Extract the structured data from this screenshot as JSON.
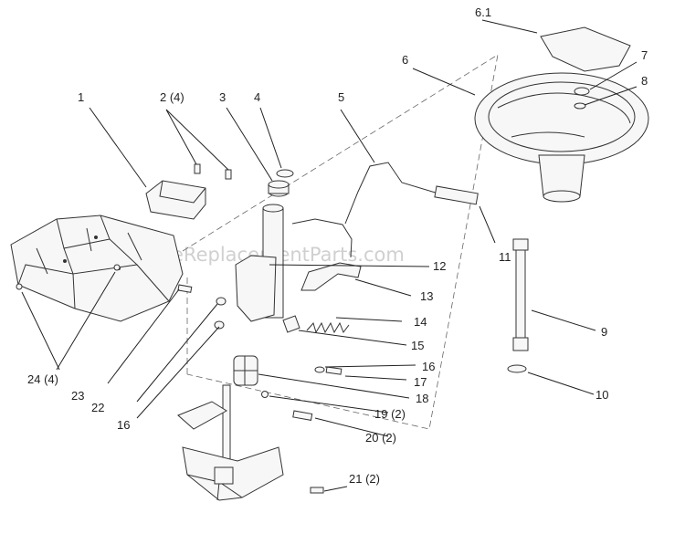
{
  "diagram": {
    "watermark": "eReplacementParts.com",
    "callouts": [
      {
        "id": "c1",
        "text": "1"
      },
      {
        "id": "c2",
        "text": "2 (4)"
      },
      {
        "id": "c3",
        "text": "3"
      },
      {
        "id": "c4",
        "text": "4"
      },
      {
        "id": "c5",
        "text": "5"
      },
      {
        "id": "c6",
        "text": "6"
      },
      {
        "id": "c61",
        "text": "6.1"
      },
      {
        "id": "c7",
        "text": "7"
      },
      {
        "id": "c8",
        "text": "8"
      },
      {
        "id": "c9",
        "text": "9"
      },
      {
        "id": "c10",
        "text": "10"
      },
      {
        "id": "c11",
        "text": "11"
      },
      {
        "id": "c12",
        "text": "12"
      },
      {
        "id": "c13",
        "text": "13"
      },
      {
        "id": "c14",
        "text": "14"
      },
      {
        "id": "c15",
        "text": "15"
      },
      {
        "id": "c16a",
        "text": "16"
      },
      {
        "id": "c16b",
        "text": "16"
      },
      {
        "id": "c17",
        "text": "17"
      },
      {
        "id": "c18",
        "text": "18"
      },
      {
        "id": "c19",
        "text": "19 (2)"
      },
      {
        "id": "c20",
        "text": "20 (2)"
      },
      {
        "id": "c21",
        "text": "21 (2)"
      },
      {
        "id": "c22",
        "text": "22"
      },
      {
        "id": "c23",
        "text": "23"
      },
      {
        "id": "c24",
        "text": "24 (4)"
      }
    ]
  }
}
